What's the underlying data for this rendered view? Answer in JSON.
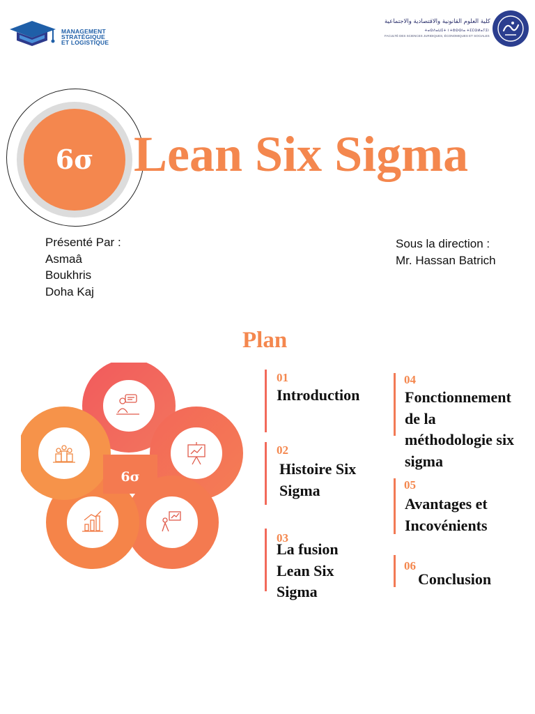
{
  "header": {
    "left_logo": {
      "lines": [
        "MANAGEMENT",
        "STRATÉGIQUE",
        "ET LOGISTIQUE"
      ],
      "colors": {
        "cap": "#1f5fa8",
        "accent": "#2d3a8c"
      }
    },
    "right_logo": {
      "arabic": "كلية العلوم القانونية والاقتصادية والاجتماعية",
      "latin_line1": "ⵜⴰⵙⴷⴰⵡⵉⵜ ⵏ ⵜⵓⵙⵙⵏⴰ ⵜⵉⵎⵙⵍⴰⵢⵉⵏ",
      "latin_line2": "FACULTÉ DES SCIENCES JURIDIQUES, ÉCONOMIQUES ET SOCIALES",
      "seal_color": "#2b3e8f"
    }
  },
  "title": {
    "symbol": "6σ",
    "text": "Lean Six Sigma",
    "accent_color": "#f4874e"
  },
  "presenters": {
    "label": "Présenté Par :",
    "names": [
      "Asmaâ",
      "Boukhris",
      "Doha Kaj"
    ]
  },
  "director": {
    "label": "Sous la direction :",
    "name": "Mr. Hassan Batrich"
  },
  "plan": {
    "heading": "Plan",
    "center_symbol": "6σ",
    "petal_icons": [
      "presenter-icon",
      "easel-chart-icon",
      "growth-person-icon",
      "bar-chart-arrow-icon",
      "team-icon"
    ],
    "items": [
      {
        "number": "01",
        "lines": [
          "Introduction"
        ]
      },
      {
        "number": "02",
        "lines": [
          "Histoire Six",
          "Sigma"
        ]
      },
      {
        "number": "03",
        "lines": [
          "La fusion",
          "Lean Six",
          "Sigma"
        ]
      },
      {
        "number": "04",
        "lines": [
          "Fonctionnement",
          "de la",
          "méthodologie six",
          "sigma"
        ]
      },
      {
        "number": "05",
        "lines": [
          "Avantages et",
          "Incovénients"
        ]
      },
      {
        "number": "06",
        "lines": [
          "Conclusion"
        ]
      }
    ]
  }
}
